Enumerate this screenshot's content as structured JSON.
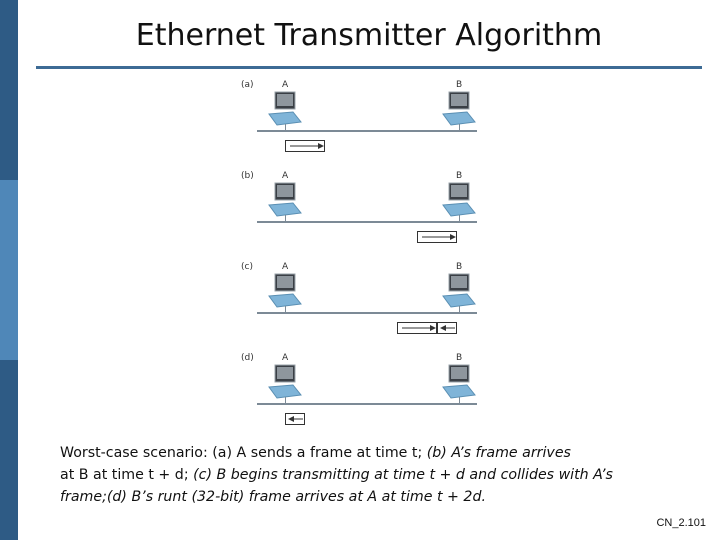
{
  "slide": {
    "title": "Ethernet Transmitter Algorithm",
    "number": "CN_2.101"
  },
  "colors": {
    "accent": "#3d6b95",
    "sidebar_light": "#4f87b8",
    "sidebar_dark": "#2e5b85",
    "highlight": "#7fb4d8"
  },
  "figure": {
    "node_a": "A",
    "node_b": "B",
    "panels": [
      {
        "label": "(a)"
      },
      {
        "label": "(b)"
      },
      {
        "label": "(c)"
      },
      {
        "label": "(d)"
      }
    ]
  },
  "caption": {
    "line1_a": "Worst-case scenario: (a) A sends a frame at time t; ",
    "line1_b": "(b) A’s frame arrives",
    "line2_a": "at B at time t + d; ",
    "line2_b": "(c) B begins transmitting at time t + d and collides with A’s",
    "line3_a": "frame;",
    "line3_b": "(d) B’s runt (32-bit) frame arrives at A at time t + 2d."
  }
}
